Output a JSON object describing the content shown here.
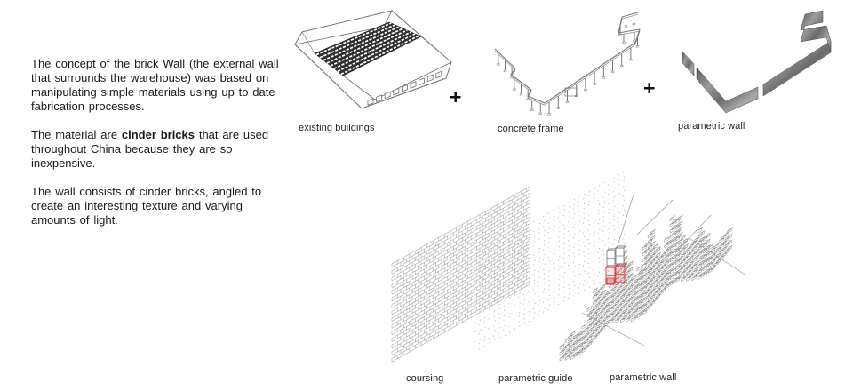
{
  "slide": {
    "text_panel": {
      "p1": "The concept of the brick Wall (the external wall that surrounds the warehouse) was based on manipulating simple materials using up to date fabrication processes.",
      "p2_before": "The material are ",
      "p2_bold": "cinder bricks",
      "p2_after": " that are used throughout China because they are so inexpensive.",
      "p3": "The wall consists of cinder bricks, angled to create an interesting texture and varying amounts of light."
    },
    "top_row": {
      "plus": "+",
      "labels": {
        "existing": "existing buildings",
        "frame": "concrete frame",
        "wall": "parametric wall"
      }
    },
    "bottom_row": {
      "labels": {
        "coursing": "coursing",
        "guide": "parametric guide",
        "wall": "parametric wall"
      }
    },
    "colors": {
      "text": "#1a1a1a",
      "sketch_line": "#6e6e6e",
      "light_line": "#a3a3a3",
      "dark_fill": "#2f2f2f",
      "ribbon_stroke": "#4a4a4a",
      "highlight_red": "#cc3b3b",
      "dot": "#b3b3b3"
    }
  }
}
